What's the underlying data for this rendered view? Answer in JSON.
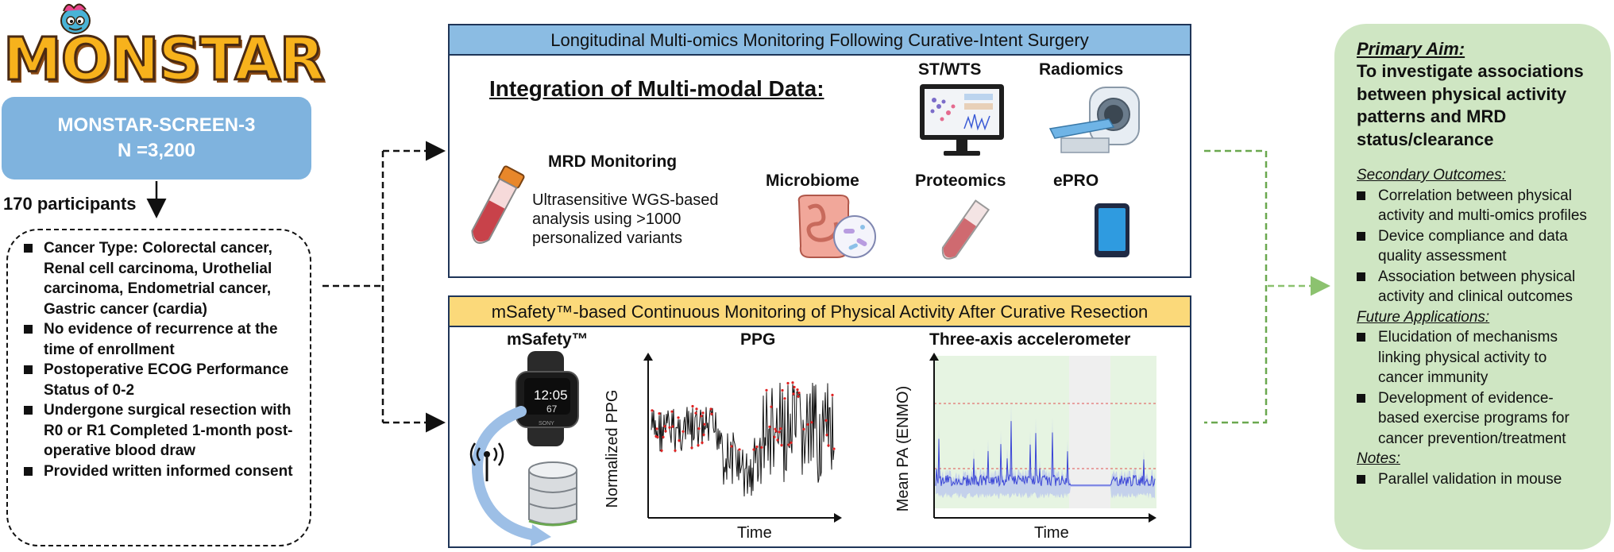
{
  "logo": {
    "text": "MONSTAR"
  },
  "cohort": {
    "study": "MONSTAR-SCREEN-3",
    "n": "N =3,200",
    "participants": "170 participants",
    "criteria": [
      "Cancer Type: Colorectal cancer, Renal cell carcinoma, Urothelial carcinoma, Endometrial cancer, Gastric cancer (cardia)",
      "No evidence of recurrence at the time of enrollment",
      "Postoperative ECOG Performance Status of 0-2",
      "Undergone surgical resection with R0 or R1 Completed 1-month post-operative blood draw",
      "Provided written informed consent"
    ]
  },
  "top_panel": {
    "title": "Longitudinal Multi-omics Monitoring Following Curative-Intent Surgery",
    "integration": "Integration of Multi-modal Data:",
    "mrd_title": "MRD Monitoring",
    "mrd_desc": [
      "Ultrasensitive WGS-based",
      "analysis using >1000",
      "personalized variants"
    ],
    "st_wts": "ST/WTS",
    "radiomics": "Radiomics",
    "microbiome": "Microbiome",
    "proteomics": "Proteomics",
    "epro": "ePRO"
  },
  "bottom_panel": {
    "title": "mSafety™-based Continuous Monitoring of Physical Activity After Curative Resection",
    "msafety": "mSafety™",
    "watch_time": "12:05",
    "watch_bpm": "67",
    "watch_brand": "SONY",
    "ppg_title": "PPG",
    "ppg_ylabel": "Normalized PPG",
    "ppg_xlabel": "Time",
    "acc_title": "Three-axis accelerometer",
    "acc_ylabel": "Mean PA (ENMO)",
    "acc_xlabel": "Time"
  },
  "aim": {
    "primary_heading": "Primary Aim:",
    "primary_text": "To investigate associations between physical activity patterns and MRD status/clearance",
    "secondary_heading": "Secondary Outcomes:",
    "secondary": [
      "Correlation between physical activity and multi-omics profiles",
      "Device compliance and data quality assessment",
      "Association between physical activity and clinical outcomes"
    ],
    "future_heading": "Future Applications:",
    "future": [
      "Elucidation of mechanisms linking physical activity to cancer immunity",
      "Development of evidence-based exercise programs for cancer prevention/treatment"
    ],
    "notes_heading": "Notes:",
    "notes": [
      "Parallel validation in mouse"
    ]
  },
  "colors": {
    "panel_top_header": "#8bbce3",
    "panel_bottom_header": "#fbd97a",
    "cohort_box": "#7fb3de",
    "aim_box": "#cfe6c3",
    "arrow_green": "#6aa84f",
    "ppg_signal": "#111111",
    "ppg_peaks": "#e02020",
    "acc_signal": "#3b46d6"
  }
}
